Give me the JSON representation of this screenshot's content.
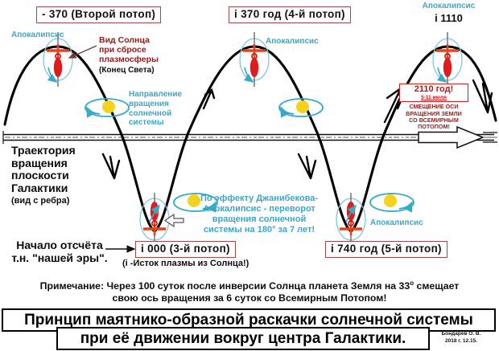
{
  "meta": {
    "colors": {
      "cyan": "#3ba7c4",
      "dark_red": "#8e1b1b",
      "warn_red": "#c01414",
      "box_border": "#9b4a4a",
      "sun_yellow": "#f5d21e",
      "flame_red": "#e01b1b",
      "curve_black": "#000000"
    }
  },
  "year_boxes": [
    {
      "id": "second-flood",
      "text": "- 370 (Второй потоп)"
    },
    {
      "id": "fourth-flood",
      "text": "i 370 год (4-й потоп)"
    },
    {
      "id": "third-flood",
      "text": "i 000  (3-й  потоп)"
    },
    {
      "id": "fifth-flood",
      "text": "i 740 год (5-й  потоп)"
    }
  ],
  "apocalypse_labels": {
    "peak1": "Апокалипсис",
    "peak2": "Апокалипсис",
    "peak3_line1": "Апокалипсис",
    "peak3_line2": "i 1110",
    "trough2": "Апокалипсис"
  },
  "sun_callout": {
    "line1": "Вид Солнца",
    "line2": "при сбросе",
    "line3": "плазмосферы",
    "line4": "(Конец Света)"
  },
  "rotation_direction": {
    "line1": "Направление",
    "line2": "вращения",
    "line3": "солнечной",
    "line4": "системы"
  },
  "trajectory": {
    "line1": "Траектория",
    "line2": "вращения",
    "line3": "плоскости",
    "line4": "Галактики",
    "line5": "(вид с ребра)"
  },
  "djanibekov": {
    "line1": "По эффекту Джанибекова-",
    "line2": "Апокалипсис - переворот",
    "line3": "вращения солнечной",
    "line4": "системы на 180° за  7 лет!"
  },
  "origin": {
    "line1": "Начало отсчёта",
    "line2": "т.н. \"нашей эры\".",
    "footnote": "(i -Исток плазмы из Солнца!)"
  },
  "warning_2110": {
    "title": "2110 год!",
    "subtitle": "5-11 июля",
    "body_line1": "СМЕЩЕНИЕ ОСИ",
    "body_line2": "ВРАЩЕНИЯ ЗЕМЛИ",
    "body_line3": "СО ВСЕМИРНЫМ",
    "body_line4": "ПОТОПОМ!"
  },
  "note": {
    "line1_a": "Примечание: Через 100 суток после инверсии Солнца планета Земля на 33",
    "line1_sup": "o",
    "line1_b": " смещает",
    "line2": "свою ось вращения за 6 суток со Всемирным Потопом!"
  },
  "title_plate": {
    "line1": "Принцип маятнико-образной раскачки солнечной  системы",
    "line2": "при её движении вокруг центра Галактики."
  },
  "signature": {
    "author": "Бондарев О. В.",
    "date": "2018 г. 12.15."
  }
}
